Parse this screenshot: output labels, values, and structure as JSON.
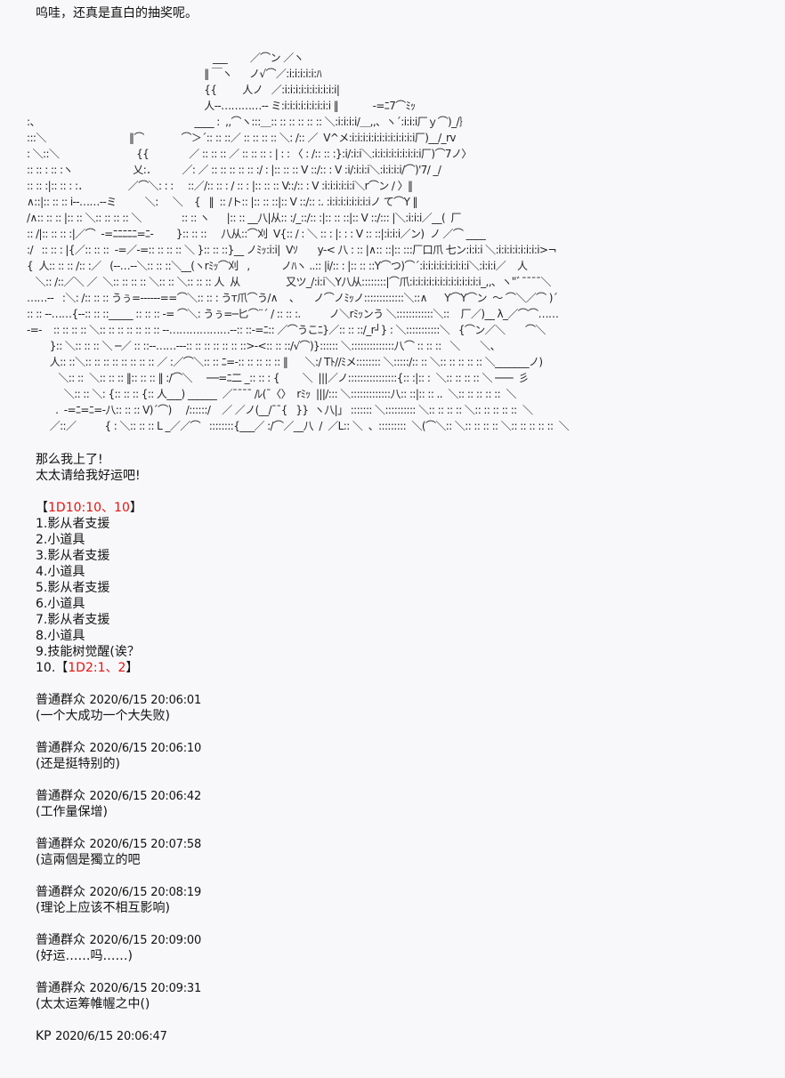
{
  "intro": "呜哇，还真是直白的抽奖呢。",
  "ascii_art": [
    "                                                                 ___        ／⌒ン ／ヽ",
    "                                                              ‖ ￣ヽ      ノ√⌒／:i:i:i:i:i:ﾊ",
    "                                                              {{         人ノ   ／:i:i:i:i:i:i:i:i:i:i|",
    "                                                              人-‐…………‐- ミ:i:i:i:i:i:i:i:i:i ‖            -=ﾆ7⌒ﾐｯ",
    ":、                                                      ____ :  ,,⌒ヽ:::＿:: :: :: :: :: :: ＼:i:i:i:i/＿,,、ヽ´:i:i:i厂ｙ⌒)_/｝",
    ":::＼                             ‖⌒             ⌒＞´:: :: ::／ :: :: :: :: ＼: /:: ／  V^メ:i:i:i:i:i:i:i:i:i:i:i:i厂)__/_rv",
    ": ＼::＼                           {{              ／ :: :: :: ／ :: :: :: : | : : 〈 : /:: :: :}:i/:i:i＼:i:i:i:i:i:i:i:i:i厂)⌒7ノ〉",
    ":: :: : :: :ヽ                     乂:．         ／: ／ :: :: :: :: :: :/ : |:: :: :: V ::/:: : V :i/:i:i:i＼:i:i:i:i/⌒)'7/ _/",
    ":: :: :|:: :: : :．              ／⌒＼: : :     ::／/:: :: : / :: : |:: :: :: V::/:: : V :i:i:i:i:i:i＼r⌒ン / 〉‖",
    "∧::|:: :: :: i-‐……-‐ミ          ＼:     ＼    {   ‖  :: /ト:: |:: :: ::|:: V ::/:: :. :i:i:i:i:i:i:i:iノ て⌒Y ‖",
    "/∧:: :: :: |:: :: ＼:: :: :: :: ＼              :: :: ヽ      |:: :: __八|从:: :/_::/:: :|:: :: ::|:: V ::/::: |＼:i:i:i／__(  厂",
    ":: /|:: :: :: :|／⌒  -=ﾆﾆﾆﾆﾆ=ﾆ-        }:: :: ::     八从::⌒刈  V{:: / : ＼ :: : |: : : V :: ::|:i:i:i／ン)  ノ ／⌒ ____",
    ":/   :: :: : |{／:: :: ::  -=／-=:: :: :: :: ＼ }:: :: ::}__ ノﾐｯ:i:i|  Vｿ       y-< 八 : :: |∧:: ::|:: :::厂口爪 七ン:i:i:i ＼:i:i:i:i:i:i:i:i>¬",
    "{  人:: :: :: /:: :／   (-‐…‐-＼:: :: ::＼__(ヽrﾐｯ⌒刈   ,           ノﾊヽ ..:: |i/:: : |:: :: ::Y⌒つ)⌒´:i:i:i:i:i:i:i:i:i＼:i:i:i／    人",
    "   ＼:: /::／＼ ／  ＼:: :: :: :: ＼:: :: ＼:: :: :: 人  从                又ツ_/:i:i＼Y八从::::::::|⌒爪:i:i:i:i:i:i:i:i:i:i:i:i:i_,,、ヽ\"ﾞ¯¯¯¯＼",
    "……‐-   :＼: /:: :: :: うぅ=‐‐‐‐‐‐==⌒＼:: :: : うт爪⌒う/∧    、     ノ⌒ノﾐｯノ:::::::::::::＼::∧      Y⌒Y⌒ン  ～ ⌒＼／⌒ )´",
    ":: :: ‐-……{‐-:: :: ::_____ :: :: :: -= ⌒＼: うぅ=─匕⌒¨´ / :: :: :.          ノ＼rﾐｯンう ＼::::::::::::＼::    厂／)__ λ_／⌒⌒……",
    "-=-    :: :: :: :: ＼:: :: :: :: :: :: :: --………………--:: ::-=ﾆ:: ／⌒うこﾆ}／:: :: ::/_r┘} : ＼:::::::::::＼   {⌒ン／＼       ⌒＼",
    "        }:: ＼:: :: :: ＼ ─／ :: ::-‐……‐--:: :: :: :: :: :: ::>‐<:: :: ::/√⌒)}:::::: ＼::::::::::::::八⌒ :: :: ::   ＼       ＼、",
    "        人:: ::＼:: :: :: :: :: :: :: :: ／ :／⌒＼:: :: ﾆ=-:: :: :: :: :: ‖      ＼:/ Tﾄ//ﾐメ:::::::: ＼:::::/:: :: ＼:: :: :: :: :: ＼_______ノ)",
    "           ＼:: ::  ＼:: :: :: ‖:: :: :: ‖ :/⌒＼     ──=ﾆ二 _:: :: : {        ＼  |||／ノ::::::::::::::::{:: :|:: :  ＼:: :: :: :: ＼ ───  彡",
    "             ＼:: :: ＼: {:: :: :: {:: 人___) ______  ／¯¯¯¯ /ﾚ(¯〈〉  rﾐｯ  |||/::: ＼:::::::::::::八:: ::|:: :: ..  ＼:: :: :: :: ::  ＼",
    "          .  -=ﾆ=ﾆ=-八:: :: :: V)´⌒)     /::::::/    ／ ／ノ(__/¯¯{   }}  ヽ八|」 ::::::: ＼:::::::::: ＼:: :: :: :: ＼:: :: :: :: ::  ＼",
    "        ／::／          { : ＼:: :: :: L _／／⌒   ::::::::{___／ :/⌒／__八  /  ／L:: ＼  、:::::::::  ＼(⌒＼:: ＼:: :: :: :: ＼:: :: :: :: ::  ＼"
  ],
  "post": {
    "line1": "那么我上了!",
    "line2": "太太请给我好运吧!",
    "roll": {
      "open": "【",
      "text": "1D10:10、10",
      "close": "】"
    },
    "list": [
      "1.影从者支援",
      "2.小道具",
      "3.影从者支援",
      "4.小道具",
      "5.影从者支援",
      "6.小道具",
      "7.影从者支援",
      "8.小道具",
      "9.技能树觉醒(诶？"
    ],
    "item10": {
      "prefix": "10.",
      "open": "【",
      "text": "1D2:1、2",
      "close": "】"
    }
  },
  "comments": [
    {
      "author": "普通群众",
      "time": "2020/6/15 20:06:01",
      "text": "(一个大成功一个大失败)"
    },
    {
      "author": "普通群众",
      "time": "2020/6/15 20:06:10",
      "text": "(还是挺特别的)"
    },
    {
      "author": "普通群众",
      "time": "2020/6/15 20:06:42",
      "text": "(工作量保增)"
    },
    {
      "author": "普通群众",
      "time": "2020/6/15 20:07:58",
      "text": "(這兩個是獨立的吧"
    },
    {
      "author": "普通群众",
      "time": "2020/6/15 20:08:19",
      "text": "(理论上应该不相互影响)"
    },
    {
      "author": "普通群众",
      "time": "2020/6/15 20:09:00",
      "text": "(好运……吗……)"
    },
    {
      "author": "普通群众",
      "time": "2020/6/15 20:09:31",
      "text": "(太太运筹帷幄之中()"
    }
  ],
  "footer": {
    "author": "KP",
    "time": "2020/6/15 20:06:47"
  },
  "colors": {
    "background": "#f8f8fa",
    "text": "#111111",
    "dice_red": "#e8120c"
  }
}
